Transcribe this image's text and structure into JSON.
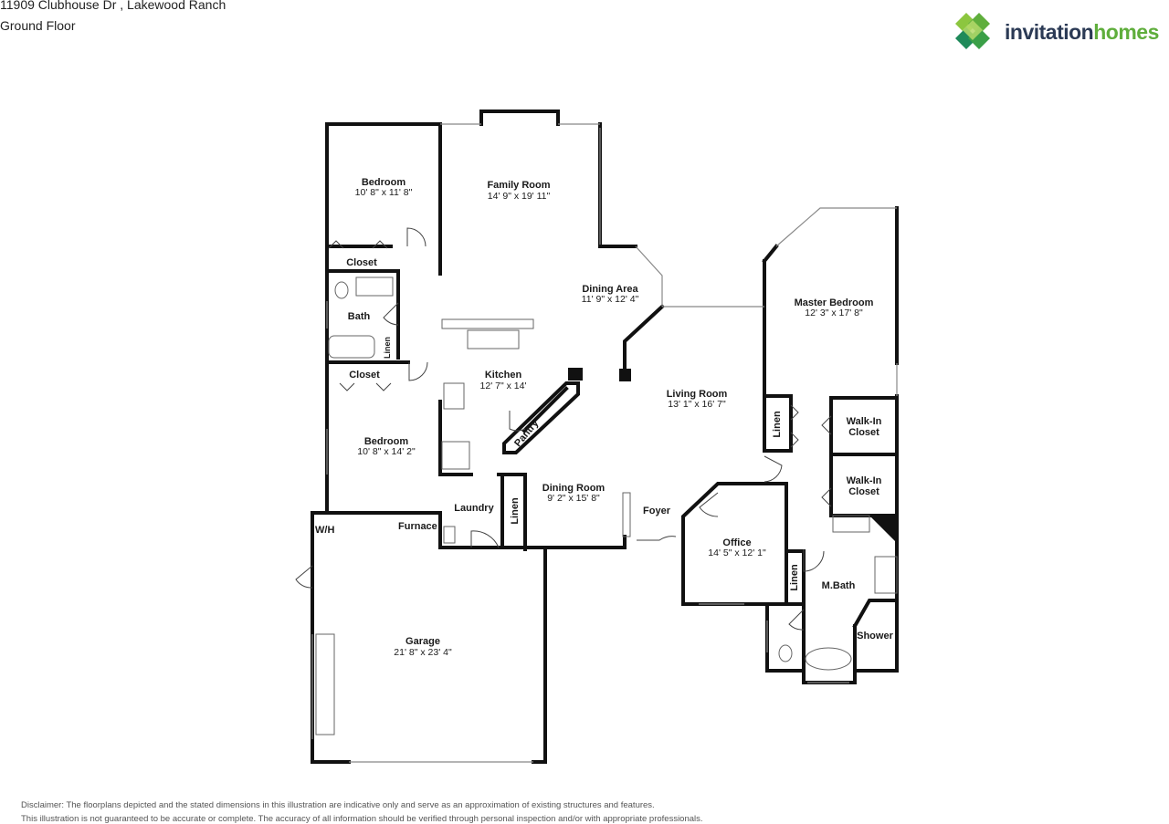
{
  "header": {
    "address": "11909 Clubhouse Dr , Lakewood Ranch",
    "floor": "Ground Floor"
  },
  "logo": {
    "part1": "invitation",
    "part2": "homes",
    "colors": {
      "dark": "#2b3a55",
      "green": "#5fae3c",
      "light_green": "#8cc63f",
      "teal": "#1f8a5a"
    }
  },
  "rooms": {
    "bedroom1": {
      "name": "Bedroom",
      "dims": "10' 8\" x 11' 8\""
    },
    "family_room": {
      "name": "Family Room",
      "dims": "14' 9\" x 19' 11\""
    },
    "closet1": {
      "name": "Closet"
    },
    "dining_area": {
      "name": "Dining Area",
      "dims": "11' 9\" x 12' 4\""
    },
    "bath": {
      "name": "Bath"
    },
    "linen_bath": {
      "name": "Linen"
    },
    "closet2": {
      "name": "Closet"
    },
    "kitchen": {
      "name": "Kitchen",
      "dims": "12' 7\" x 14'"
    },
    "pantry": {
      "name": "Pantry"
    },
    "living_room": {
      "name": "Living Room",
      "dims": "13' 1\" x 16' 7\""
    },
    "bedroom2": {
      "name": "Bedroom",
      "dims": "10' 8\" x 14' 2\""
    },
    "dining_room": {
      "name": "Dining Room",
      "dims": "9' 2\" x 15' 8\""
    },
    "laundry": {
      "name": "Laundry"
    },
    "linen_laundry": {
      "name": "Linen"
    },
    "foyer": {
      "name": "Foyer"
    },
    "wh": {
      "name": "W/H"
    },
    "furnace": {
      "name": "Furnace"
    },
    "garage": {
      "name": "Garage",
      "dims": "21' 8\" x 23' 4\""
    },
    "office": {
      "name": "Office",
      "dims": "14' 5\" x 12' 1\""
    },
    "master_bedroom": {
      "name": "Master Bedroom",
      "dims": "12' 3\" x 17' 8\""
    },
    "linen_master": {
      "name": "Linen"
    },
    "walkin1": {
      "name1": "Walk-In",
      "name2": "Closet"
    },
    "walkin2": {
      "name1": "Walk-In",
      "name2": "Closet"
    },
    "linen_mbath": {
      "name": "Linen"
    },
    "mbath": {
      "name": "M.Bath"
    },
    "shower": {
      "name": "Shower"
    }
  },
  "disclaimer": {
    "line1": "Disclaimer: The floorplans depicted and the stated dimensions in this illustration are indicative only and serve as an approximation of existing structures and features.",
    "line2": "This illustration is not guaranteed to be accurate or complete. The accuracy of all information should be verified through personal inspection and/or with appropriate professionals."
  }
}
